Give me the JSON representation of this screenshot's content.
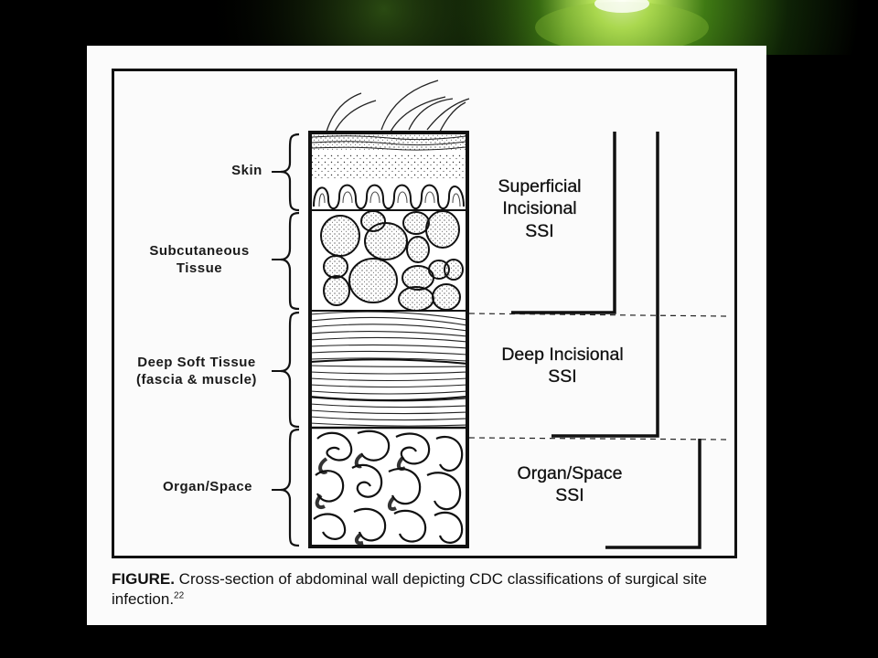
{
  "layers": [
    {
      "id": "skin",
      "label": "Skin"
    },
    {
      "id": "subcutaneous",
      "label": "Subcutaneous\nTissue"
    },
    {
      "id": "deep-soft-tissue",
      "label": "Deep Soft Tissue\n(fascia & muscle)"
    },
    {
      "id": "organ-space",
      "label": "Organ/Space"
    }
  ],
  "classifications": [
    {
      "id": "superficial",
      "label": "Superficial\nIncisional\nSSI"
    },
    {
      "id": "deep",
      "label": "Deep Incisional\nSSI"
    },
    {
      "id": "organ",
      "label": "Organ/Space\nSSI"
    }
  ],
  "caption": {
    "head": "FIGURE.",
    "text": " Cross-section of abdominal wall depicting CDC classifications of surgical site infection.",
    "ref": "22"
  }
}
